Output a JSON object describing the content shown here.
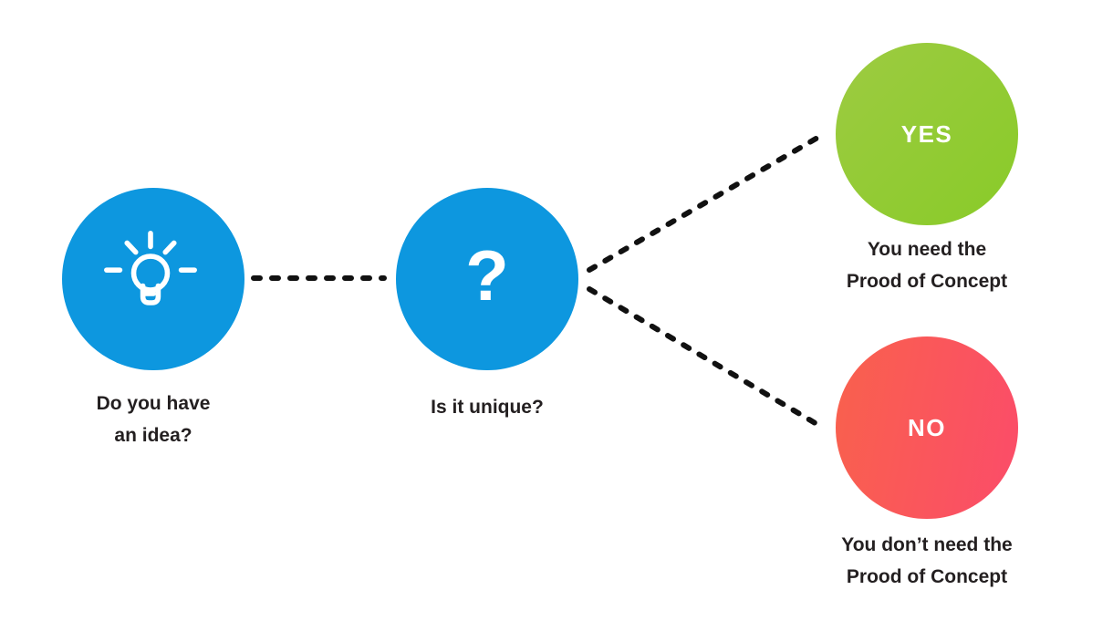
{
  "colors": {
    "background": "#FFFFFF",
    "blue": "#0D97DF",
    "greenStart": "#9BCB3F",
    "greenEnd": "#8BCB2B",
    "redStart": "#F9604E",
    "redEnd": "#FB4D68",
    "line": "#111111",
    "text": "#231F20",
    "white": "#FFFFFF"
  },
  "nodes": {
    "idea": {
      "icon": "lightbulb",
      "label_line1": "Do you have",
      "label_line2": "an idea?"
    },
    "question": {
      "symbol": "?",
      "label": "Is it unique?"
    },
    "yes": {
      "text": "YES",
      "label_line1": "You need the",
      "label_line2": "Prood of Concept"
    },
    "no": {
      "text": "NO",
      "label_line1": "You don’t need the",
      "label_line2": "Prood of Concept"
    }
  }
}
